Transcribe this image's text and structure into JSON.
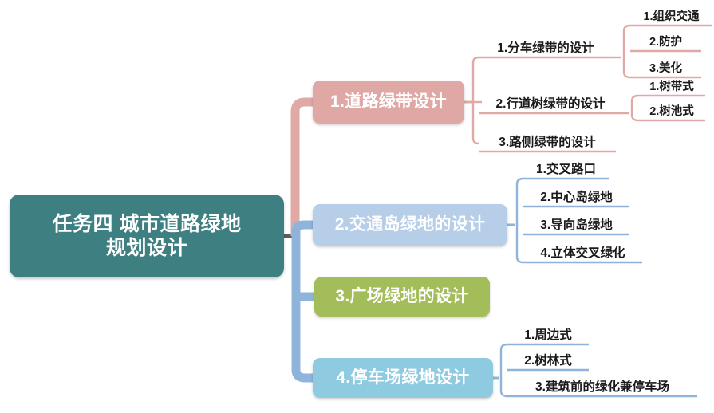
{
  "document": {
    "type": "mind-map",
    "title": "任务四 城市道路绿地规划设计",
    "background": "#FFFFFF"
  },
  "colors": {
    "root": "#3E7F81",
    "branch1": "#DFA8A4",
    "branch2": "#B7CEE8",
    "branch3": "#A2BD5A",
    "branch4": "#8FCBE0",
    "connector_pink": "#E0A9A6",
    "connector_blue": "#8FB4DC",
    "connector_stub": "#5A5F5E",
    "leaf_text": "#1A1A1A",
    "node_text": "#FFFFFF"
  },
  "root": {
    "label": "任务四 城市道路绿地\n规划设计"
  },
  "branches": [
    {
      "label": "1.道路绿带设计",
      "color": "#DFA8A4",
      "children": [
        {
          "label": "1.分车绿带的设计",
          "children": [
            {
              "label": "1.组织交通"
            },
            {
              "label": "2.防护"
            },
            {
              "label": "3.美化"
            }
          ]
        },
        {
          "label": "2.行道树绿带的设计",
          "children": [
            {
              "label": "1.树带式"
            },
            {
              "label": "2.树池式"
            }
          ]
        },
        {
          "label": "3.路侧绿带的设计",
          "children": []
        }
      ]
    },
    {
      "label": "2.交通岛绿地的设计",
      "color": "#B7CEE8",
      "children": [
        {
          "label": "1.交叉路口",
          "children": []
        },
        {
          "label": "2.中心岛绿地",
          "children": []
        },
        {
          "label": "3.导向岛绿地",
          "children": []
        },
        {
          "label": "4.立体交叉绿化",
          "children": []
        }
      ]
    },
    {
      "label": "3.广场绿地的设计",
      "color": "#A2BD5A",
      "children": []
    },
    {
      "label": "4.停车场绿地设计",
      "color": "#8FCBE0",
      "children": [
        {
          "label": "1.周边式",
          "children": []
        },
        {
          "label": "2.树林式",
          "children": []
        },
        {
          "label": "3.建筑前的绿化兼停车场",
          "children": []
        }
      ]
    }
  ]
}
